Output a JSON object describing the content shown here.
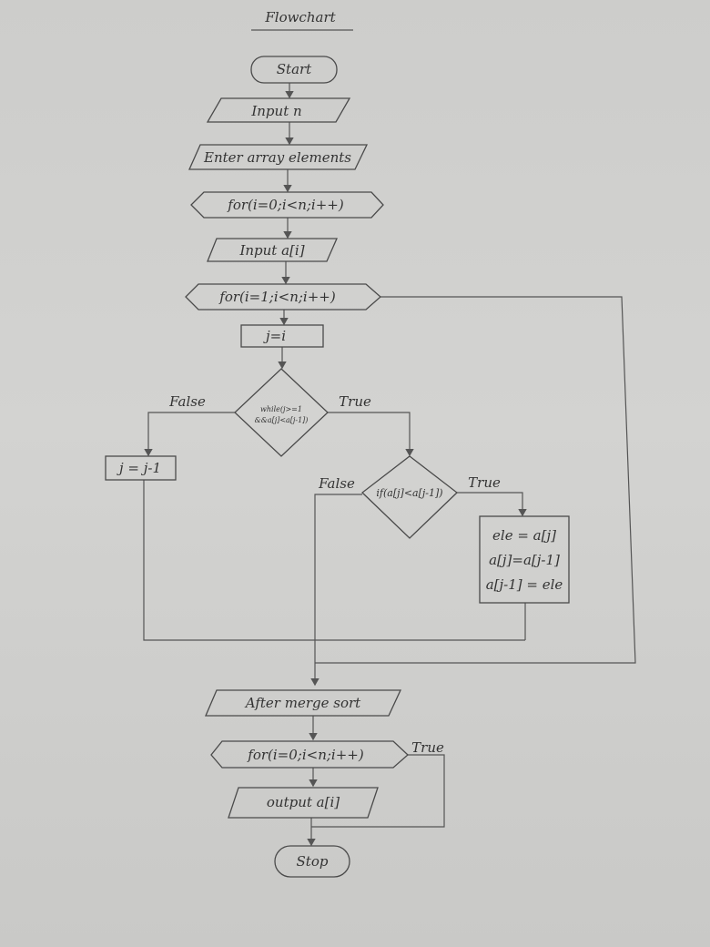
{
  "title": "Flowchart",
  "nodes": {
    "start": "Start",
    "input_n": "Input n",
    "enter_elements": "Enter array elements",
    "for_loop_1": "for(i=0;i<n;i++)",
    "input_ai": "Input a[i]",
    "for_loop_2": "for(i=1;i<n;i++)",
    "assign_j": "j=i",
    "while_line1": "while(j>=1",
    "while_line2": "&&a[j]<a[j-1])",
    "decrement_j": "j = j-1",
    "if_cond": "if(a[j]<a[j-1])",
    "swap_line1": "ele = a[j]",
    "swap_line2": "a[j]=a[j-1]",
    "swap_line3": "a[j-1] = ele",
    "after_sort": "After merge sort",
    "for_loop_3": "for(i=0;i<n;i++)",
    "output_ai": "output a[i]",
    "stop": "Stop"
  },
  "edge_labels": {
    "while_false": "False",
    "while_true": "True",
    "if_false": "False",
    "if_true": "True",
    "loop3_true": "True"
  }
}
